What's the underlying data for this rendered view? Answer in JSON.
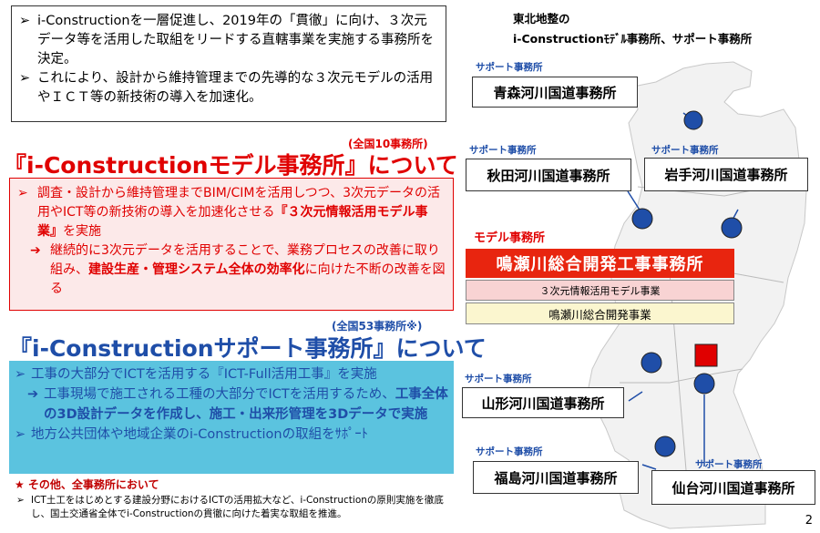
{
  "intro": {
    "bullet": "➢",
    "item1": "i-Constructionを一層促進し、2019年の「貫徹」に向け、３次元データ等を活用した取組をリードする直轄事業を実施する事務所を決定。",
    "item2": "これにより、設計から維持管理までの先導的な３次元モデルの活用やＩＣＴ等の新技術の導入を加速化。"
  },
  "model_section": {
    "count": "(全国10事務所)",
    "heading": "『i-Constructionモデル事務所』について",
    "bullet": "➢",
    "item1_prefix": "調査・設計から維持管理までBIM/CIMを活用しつつ、3次元データの活用やICT等の新技術の導入を加速化させる",
    "item1_strong": "『３次元情報活用モデル事業』",
    "item1_suffix": "を実施",
    "arrow": "➔",
    "item2_prefix": "継続的に3次元データを活用することで、業務プロセスの改善に取り組み、",
    "item2_strong": "建設生産・管理システム全体の効率化",
    "item2_suffix": "に向けた不断の改善を図る"
  },
  "support_section": {
    "count": "(全国53事務所※)",
    "heading": "『i-Constructionサポート事務所』について",
    "bullet": "➢",
    "item1": "工事の大部分でICTを活用する『ICT-Full活用工事』を実施",
    "arrow": "➔",
    "item2_prefix": "工事現場で施工される工種の大部分でICTを活用するため、",
    "item2_strong": "工事全体の3D設計データを作成し、施工・出来形管理を3Dデータで実施",
    "item3": "地方公共団体や地域企業のi-Constructionの取組をｻﾎﾟｰﾄ"
  },
  "other": {
    "title": "★ その他、全事務所において",
    "bullet": "➢",
    "text": "ICT土工をはじめとする建設分野におけるICTの活用拡大など、i-Constructionの原則実施を徹底し、国土交通省全体でi-Constructionの貫徹に向けた着実な取組を推進。"
  },
  "map": {
    "title_line1": "東北地整の",
    "title_line2": "i-Constructionﾓﾃﾞﾙ事務所、サポート事務所",
    "support_label": "サポート事務所",
    "model_label": "モデル事務所",
    "model_office": "鳴瀬川総合開発工事事務所",
    "model_sub1": "３次元情報活用モデル事業",
    "model_sub2": "鳴瀬川総合開発事業",
    "offices": [
      "青森河川国道事務所",
      "秋田河川国道事務所",
      "岩手河川国道事務所",
      "山形河川国道事務所",
      "福島河川国道事務所",
      "仙台河川国道事務所"
    ],
    "colors": {
      "marker": "#1f4ea8",
      "model_marker": "#e00000",
      "land": "#f2f2f2"
    }
  },
  "page_number": "2"
}
